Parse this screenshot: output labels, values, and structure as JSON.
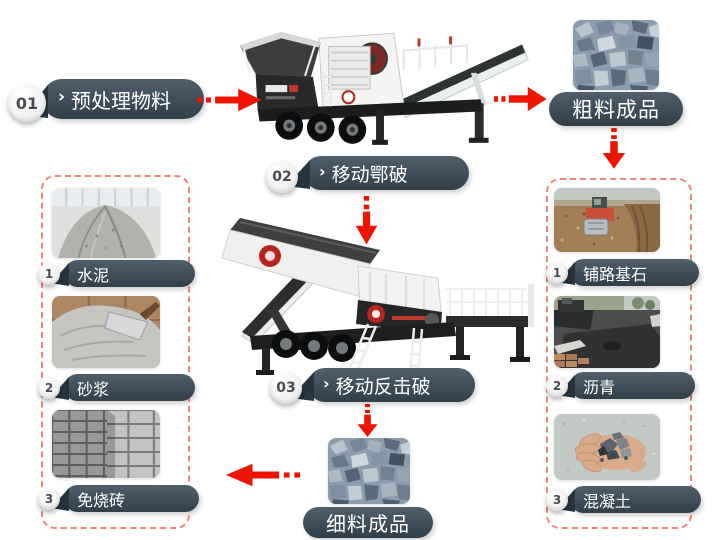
{
  "diagram": {
    "steps": [
      {
        "num": "01",
        "label": "预处理物料"
      },
      {
        "num": "02",
        "label": "移动鄂破"
      },
      {
        "num": "03",
        "label": "移动反击破"
      }
    ],
    "outputs": {
      "coarse": "粗料成品",
      "fine": "细料成品"
    },
    "left_column": {
      "items": [
        {
          "num": "1",
          "label": "水泥"
        },
        {
          "num": "2",
          "label": "砂浆"
        },
        {
          "num": "3",
          "label": "免烧砖"
        }
      ]
    },
    "right_column": {
      "items": [
        {
          "num": "1",
          "label": "铺路基石"
        },
        {
          "num": "2",
          "label": "沥青"
        },
        {
          "num": "3",
          "label": "混凝土"
        }
      ]
    }
  },
  "icons": {
    "chevron": "›"
  },
  "colors": {
    "bubble": "#3e4d59",
    "bubble_dark": "#27343e",
    "arrow_red": "#ee1500",
    "box_border": "#f4837b",
    "number_text": "#4a4a52",
    "background": "#ffffff"
  }
}
